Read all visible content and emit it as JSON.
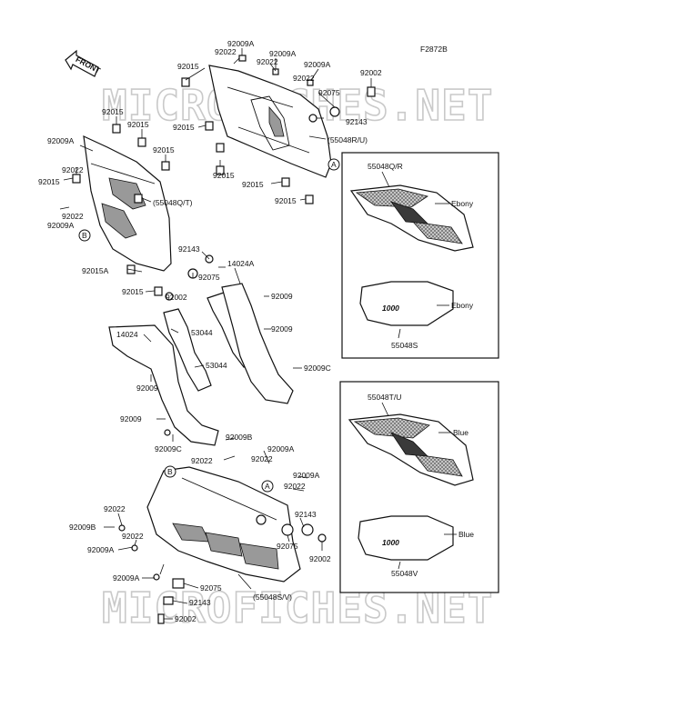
{
  "figure_code": "F2872B",
  "watermark": "MICROFICHES.NET",
  "front_label": "FRONT",
  "callout_markers": [
    "A",
    "B"
  ],
  "labels": {
    "p92009a_1": "92009A",
    "p92022_1": "92022",
    "p92009a_2": "92009A",
    "p92022_2": "92022",
    "p92009a_3": "92009A",
    "p92002_1": "92002",
    "p92015_1": "92015",
    "p92075_1": "92075",
    "p92143_1": "92143",
    "p92015_2": "92015",
    "p55048ru": "(55048R/U)",
    "p92015_3": "92015",
    "p92015_4": "92015",
    "p92015_5": "92015",
    "p92015_6": "92015",
    "p92015_7": "92015",
    "p92015_8": "92015",
    "p92009a_4": "92009A",
    "p92022_3": "92022",
    "p92015_9": "92015",
    "p55048qt": "(55048Q/T)",
    "p92022_4": "92022",
    "p92009a_5": "92009A",
    "p92143_2": "92143",
    "p14024a": "14024A",
    "p92075_2": "92075",
    "p92015a": "92015A",
    "p92015_10": "92015",
    "p92002_2": "92002",
    "p92009_1": "92009",
    "p92009_2": "92009",
    "p53044_1": "53044",
    "p14024": "14024",
    "p53044_2": "53044",
    "p92009c_1": "92009C",
    "p92009_3": "92009",
    "p92009_4": "92009",
    "p92009c_2": "92009C",
    "p92009b": "92009B",
    "p92022_5": "92022",
    "p92009a_6": "92009A",
    "p92022_6": "92022",
    "p92009a_7": "92009A",
    "p92022_7": "92022",
    "p92022_8": "92022",
    "p92009b_2": "92009B",
    "p92022_9": "92022",
    "p92143_3": "92143",
    "p92009a_8": "92009A",
    "p92075_3": "92075",
    "p92002_3": "92002",
    "p92022_10": "92022",
    "p92009a_9": "92009A",
    "p92075_4": "92075",
    "p92143_4": "92143",
    "p55048sv": "(55048S/V)",
    "p92002_4": "92002"
  },
  "color_panel_top": {
    "part_qr": "55048Q/R",
    "color_1": "Ebony",
    "decal_text": "1000",
    "color_2": "Ebony",
    "part_s": "55048S"
  },
  "color_panel_bottom": {
    "part_tu": "55048T/U",
    "color_1": "Blue",
    "decal_text": "1000",
    "color_2": "Blue",
    "part_v": "55048V"
  }
}
